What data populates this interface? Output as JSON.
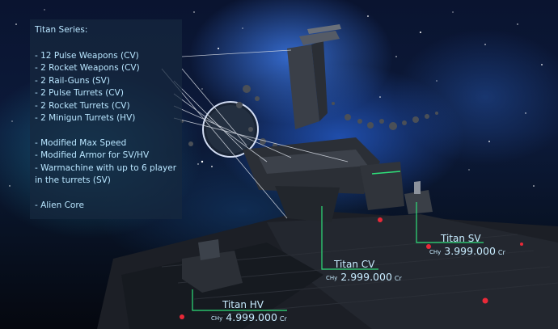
{
  "info_panel": {
    "title": "Titan Series:",
    "weapons": [
      "- 12 Pulse Weapons (CV)",
      "- 2 Rocket Weapons (CV)",
      "- 2 Rail-Guns (SV)",
      "- 2 Pulse Turrets (CV)",
      "- 2 Rocket Turrets (CV)",
      "- 2 Minigun Turrets (HV)"
    ],
    "features": [
      "- Modified Max Speed",
      "- Modified Armor for SV/HV",
      "- Warmachine with up to 6 player in the turrets (SV)"
    ],
    "core": "- Alien Core"
  },
  "variants": [
    {
      "name": "Titan SV",
      "currency_label": "CHy",
      "price": "3.999.000",
      "unit": "Cr"
    },
    {
      "name": "Titan CV",
      "currency_label": "CHy",
      "price": "2.999.000",
      "unit": "Cr"
    },
    {
      "name": "Titan HV",
      "currency_label": "CHy",
      "price": "4.999.000",
      "unit": "Cr"
    }
  ],
  "colors": {
    "panel_bg": "#16283e",
    "text": "#b9e6ff",
    "callout_line": "#2ee07a",
    "pointer_line": "#d8dde6",
    "nebula": "#2f6fd8"
  }
}
